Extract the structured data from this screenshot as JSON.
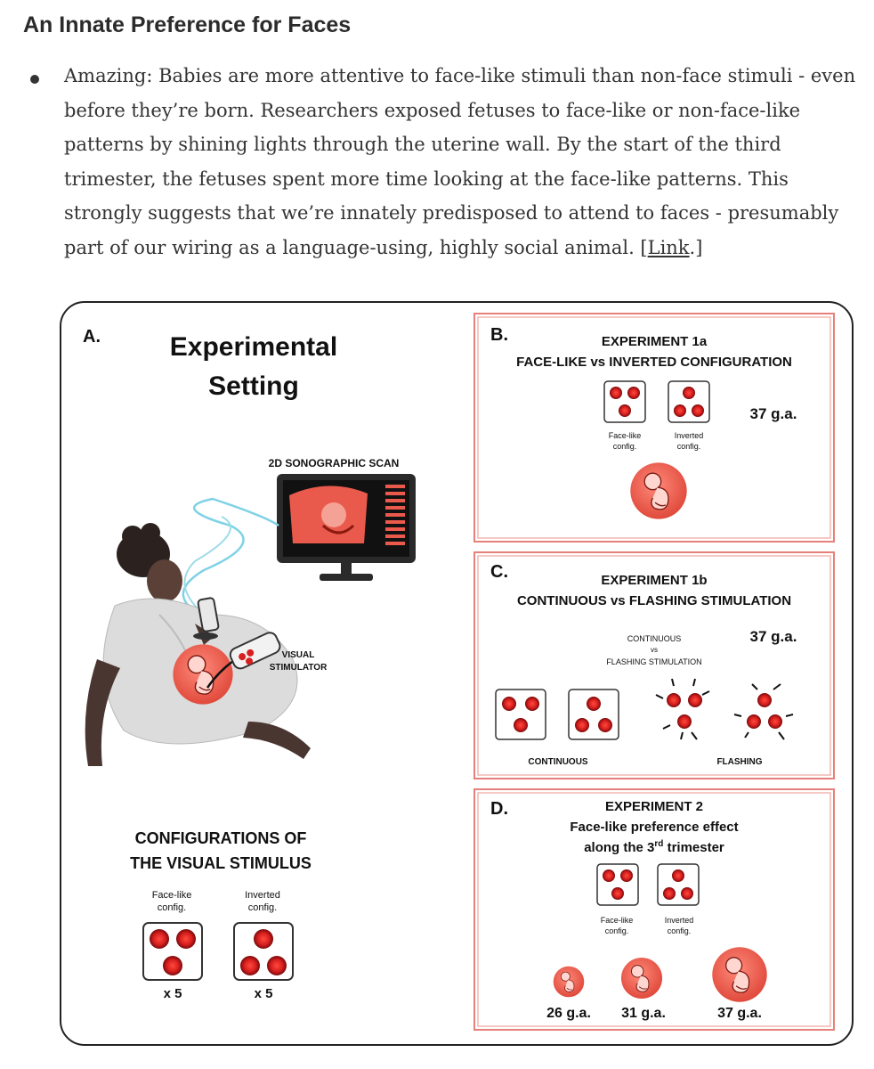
{
  "heading": "An Innate Preference for Faces",
  "paragraph": {
    "lead": "Amazing: Babies are more attentive to face-like stimuli than non-face stimuli - even before they’re born. Researchers exposed fetuses to face-like or non-face-like patterns by shining lights through the uterine wall. By the start of the third trimester, the fetuses spent more time looking at the face-like patterns. This strongly suggests that we’re innately predisposed to attend to faces - presumably part of our wiring as a language-using, highly social animal. [",
    "link": "Link",
    "tail": ".]"
  },
  "figure": {
    "panel_a": {
      "letter": "A.",
      "title_line1": "Experimental",
      "title_line2": "Setting",
      "scan_label": "2D SONOGRAPHIC SCAN",
      "stim_label_1": "VISUAL",
      "stim_label_2": "STIMULATOR",
      "configs_title_1": "CONFIGURATIONS OF",
      "configs_title_2": "THE VISUAL STIMULUS",
      "face_label_1": "Face-like",
      "face_label_2": "config.",
      "inv_label_1": "Inverted",
      "inv_label_2": "config.",
      "count_face": "x 5",
      "count_inv": "x 5"
    },
    "panel_b": {
      "letter": "B.",
      "title1": "EXPERIMENT 1a",
      "title2": "FACE-LIKE vs INVERTED CONFIGURATION",
      "face_label_1": "Face-like",
      "face_label_2": "config.",
      "inv_label_1": "Inverted",
      "inv_label_2": "config.",
      "ga": "37 g.a."
    },
    "panel_c": {
      "letter": "C.",
      "title1": "EXPERIMENT 1b",
      "title2": "CONTINUOUS vs FLASHING STIMULATION",
      "ga": "37 g.a.",
      "mid_1": "CONTINUOUS",
      "mid_2": "vs",
      "mid_3": "FLASHING STIMULATION",
      "continuous": "CONTINUOUS",
      "flashing": "FLASHING"
    },
    "panel_d": {
      "letter": "D.",
      "title1": "EXPERIMENT 2",
      "title2": "Face-like preference effect",
      "title3_pre": "along the 3",
      "title3_sup": "rd",
      "title3_post": " trimester",
      "face_label_1": "Face-like",
      "face_label_2": "config.",
      "inv_label_1": "Inverted",
      "inv_label_2": "config.",
      "ga1": "26 g.a.",
      "ga2": "31 g.a.",
      "ga3": "37 g.a."
    },
    "colors": {
      "dot": "#d81f1f",
      "panel_border": "#e7807a",
      "fetus": "#e9584b",
      "screen": "#222222"
    }
  }
}
